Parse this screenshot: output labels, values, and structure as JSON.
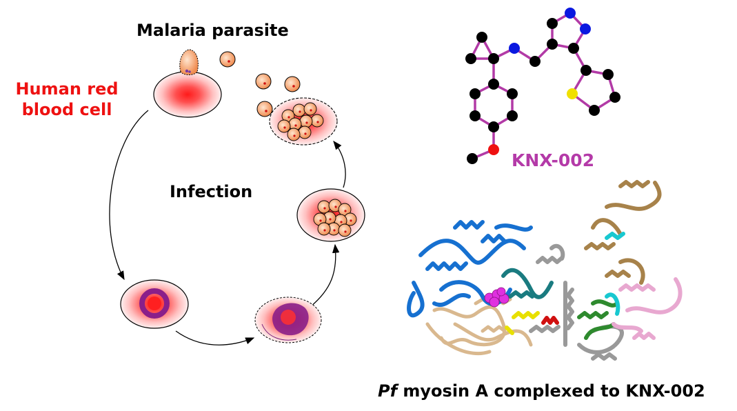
{
  "labels": {
    "malaria_parasite": "Malaria parasite",
    "human_rbc_line1": "Human red",
    "human_rbc_line2": "blood cell",
    "infection": "Infection",
    "compound": "KNX-002",
    "caption_italic": "Pf",
    "caption_rest": " myosin A complexed to KNX-002"
  },
  "colors": {
    "rbc_label": "#ee1111",
    "compound_label": "#b43aa8",
    "bond": "#b23aa6",
    "carbon_atom": "#000000",
    "nitrogen_atom": "#0a18e0",
    "oxygen_atom": "#ee1111",
    "sulfur_atom": "#f0e000",
    "merozoite": "#f0a070",
    "cell_center": "#ff2020",
    "ring_stage": "#8a1f8a",
    "protein_chains": [
      "#1670d0",
      "#1a7b80",
      "#a7824a",
      "#d9b88e",
      "#999999",
      "#2e8a2e",
      "#e8a8d0",
      "#18c8d0",
      "#e8e000",
      "#d01010",
      "#e030e0"
    ]
  }
}
